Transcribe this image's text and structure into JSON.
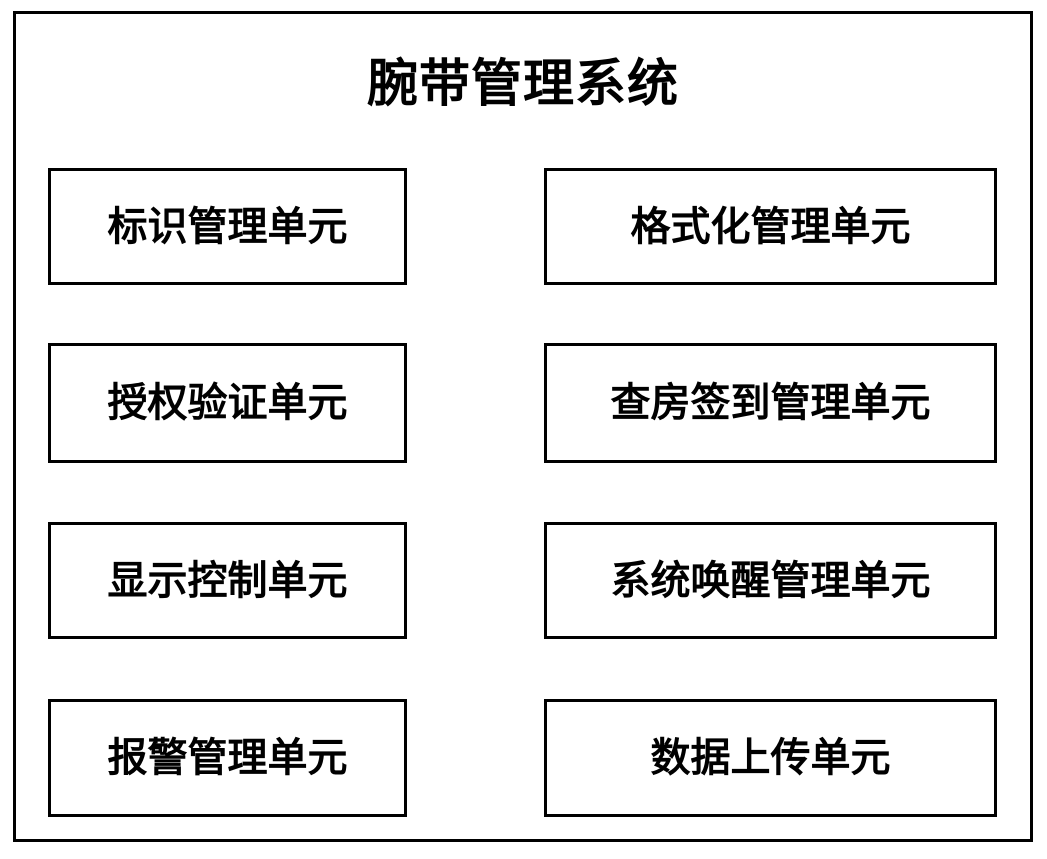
{
  "diagram": {
    "title": "腕带管理系统",
    "type": "block-diagram",
    "frame_border_color": "#000000",
    "background_color": "#ffffff",
    "text_color": "#000000",
    "columns": 2,
    "rows": 4,
    "units": [
      {
        "id": "unit-identification-management",
        "label": "标识管理单元",
        "column": "left",
        "row": 1
      },
      {
        "id": "unit-formatting-management",
        "label": "格式化管理单元",
        "column": "right",
        "row": 1
      },
      {
        "id": "unit-authorization-verification",
        "label": "授权验证单元",
        "column": "left",
        "row": 2
      },
      {
        "id": "unit-round-checkin-management",
        "label": "查房签到管理单元",
        "column": "right",
        "row": 2
      },
      {
        "id": "unit-display-control",
        "label": "显示控制单元",
        "column": "left",
        "row": 3
      },
      {
        "id": "unit-system-wakeup-management",
        "label": "系统唤醒管理单元",
        "column": "right",
        "row": 3
      },
      {
        "id": "unit-alarm-management",
        "label": "报警管理单元",
        "column": "left",
        "row": 4
      },
      {
        "id": "unit-data-upload",
        "label": "数据上传单元",
        "column": "right",
        "row": 4
      }
    ]
  }
}
